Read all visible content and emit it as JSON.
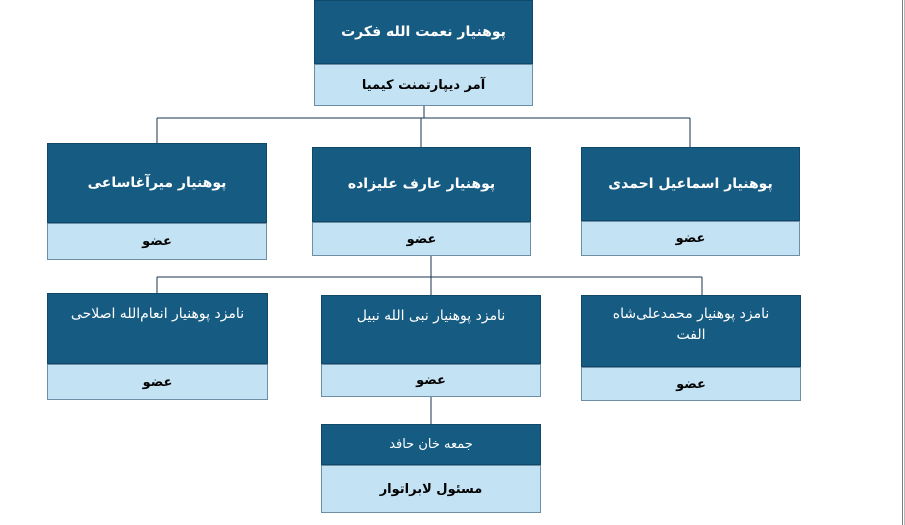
{
  "nodes": {
    "head": {
      "name": "پوهنیار نعمت الله فکرت",
      "role": "آمر دیپارتمنت کیمیا"
    },
    "l1_right": {
      "name": "پوهنیار اسماعیل احمدی",
      "role": "عضو"
    },
    "l1_center": {
      "name": "پوهنیار عارف علیزاده",
      "role": "عضو"
    },
    "l1_left": {
      "name": "پوهنیار میرآغاساعی",
      "role": "عضو"
    },
    "l2_right": {
      "name": "نامزد پوهنیار محمدعلی‌شاه الفت",
      "role": "عضو"
    },
    "l2_center": {
      "name": "نامزد پوهنیار نبی الله نبیل",
      "role": "عضو"
    },
    "l2_left": {
      "name": "نامزد پوهنیار انعام‌الله اصلاحی",
      "role": "عضو"
    },
    "lab": {
      "name": "جمعه خان حافد",
      "role": "مسئول لابراتوار"
    }
  },
  "colors": {
    "header": "#165b82",
    "role": "#c3e3f4",
    "connector": "#1a3550"
  }
}
